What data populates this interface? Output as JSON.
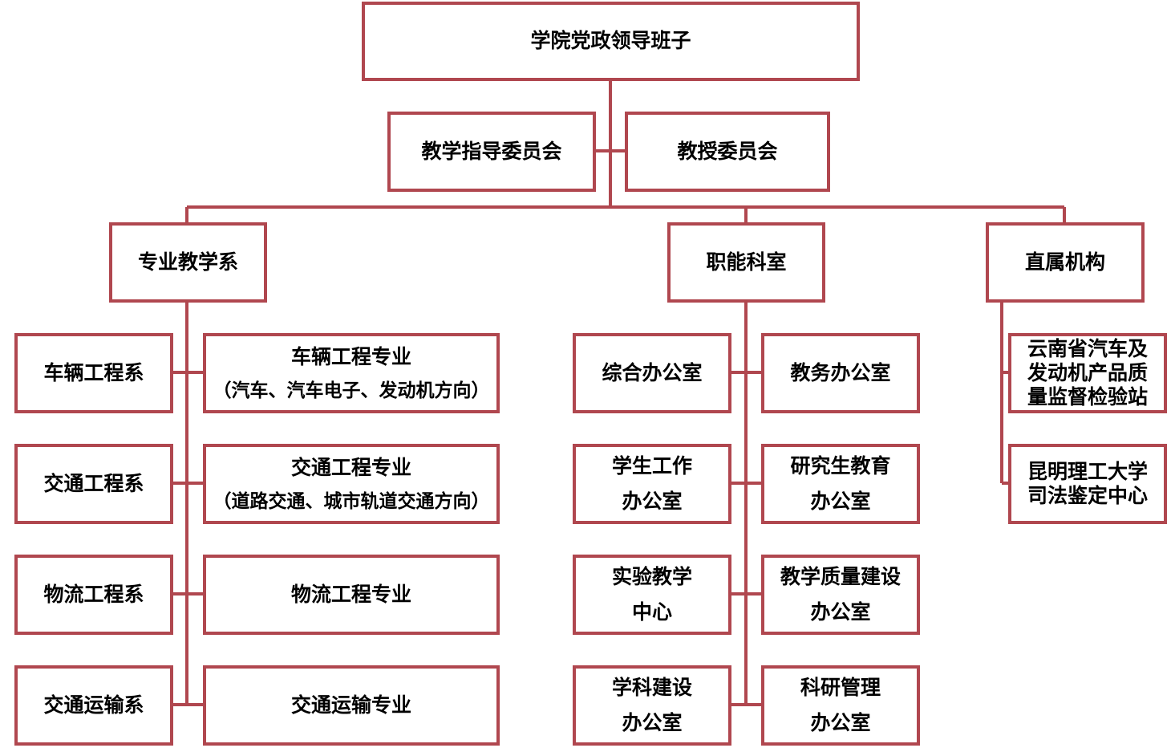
{
  "colors": {
    "line": "#b0474f",
    "box_border": "#b0474f"
  },
  "top": {
    "label": "学院党政领导班子"
  },
  "committees": {
    "teaching": "教学指导委员会",
    "professors": "教授委员会"
  },
  "groups": {
    "departments": {
      "label": "专业教学系",
      "items": [
        {
          "dept": "车辆工程系",
          "major": "车辆工程专业",
          "direction": "（汽车、汽车电子、发动机方向）"
        },
        {
          "dept": "交通工程系",
          "major": "交通工程专业",
          "direction": "（道路交通、城市轨道交通方向）"
        },
        {
          "dept": "物流工程系",
          "major": "物流工程专业",
          "direction": ""
        },
        {
          "dept": "交通运输系",
          "major": "交通运输专业",
          "direction": ""
        }
      ]
    },
    "offices": {
      "label": "职能科室",
      "left": [
        {
          "line1": "综合办公室",
          "line2": ""
        },
        {
          "line1": "学生工作",
          "line2": "办公室"
        },
        {
          "line1": "实验教学",
          "line2": "中心"
        },
        {
          "line1": "学科建设",
          "line2": "办公室"
        }
      ],
      "right": [
        {
          "line1": "教务办公室",
          "line2": ""
        },
        {
          "line1": "研究生教育",
          "line2": "办公室"
        },
        {
          "line1": "教学质量建设",
          "line2": "办公室"
        },
        {
          "line1": "科研管理",
          "line2": "办公室"
        }
      ]
    },
    "institutions": {
      "label": "直属机构",
      "items": [
        {
          "lines": [
            "云南省汽车及",
            "发动机产品质",
            "量监督检验站"
          ]
        },
        {
          "lines": [
            "昆明理工大学",
            "司法鉴定中心"
          ]
        }
      ]
    }
  }
}
